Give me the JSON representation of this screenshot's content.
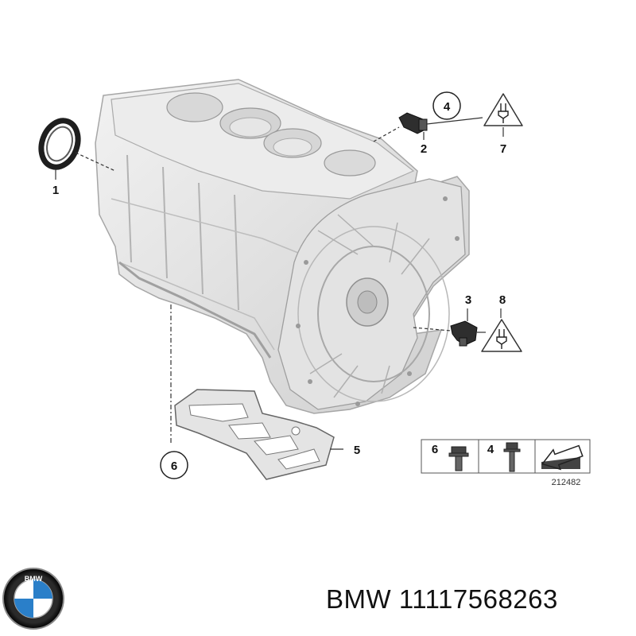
{
  "diagram": {
    "callouts": {
      "c1": "1",
      "c2": "2",
      "c3": "3",
      "c4": "4",
      "c5": "5",
      "c6": "6",
      "c7": "7",
      "c8": "8"
    },
    "legend": {
      "item_a": "6",
      "item_b": "4",
      "ref_code": "212482"
    }
  },
  "brand": {
    "logo_letters": "BMW",
    "label": "BMW 11117568263",
    "colors": {
      "blue": "#2a7fc9",
      "black": "#1a1a1a",
      "silver": "#c8c8c8"
    }
  }
}
